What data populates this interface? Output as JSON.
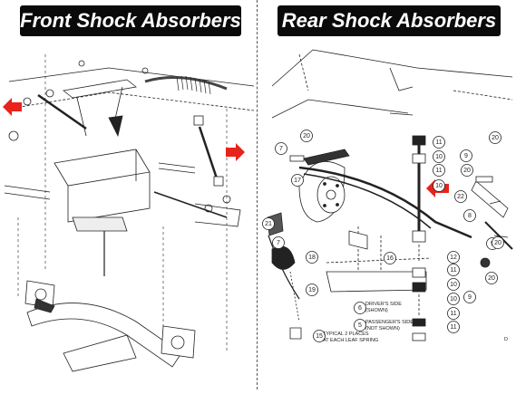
{
  "panels": {
    "front": {
      "title": "Front Shock Absorbers"
    },
    "rear": {
      "title": "Rear Shock Absorbers"
    }
  },
  "colors": {
    "arrow": "#e8231c",
    "ink": "#222222",
    "badge": "#0a0a0a"
  },
  "rear_callouts": [
    "20",
    "7",
    "11",
    "10",
    "9",
    "17",
    "20",
    "22",
    "8",
    "21",
    "16",
    "12",
    "11",
    "18",
    "19",
    "6",
    "10",
    "5",
    "11",
    "15",
    "10",
    "9",
    "20",
    "20",
    "7",
    "11",
    "10",
    "9",
    "11",
    "20"
  ],
  "notes": {
    "drivers_side_1": "DRIVER'S SIDE",
    "drivers_side_2": "(SHOWN)",
    "passengers_side_1": "PASSENGER'S SIDE",
    "passengers_side_2": "(NOT SHOWN)",
    "typical_1": "TYPICAL 2 PLACES",
    "typical_2": "AT EACH LEAF SPRING",
    "edge_label": "D"
  }
}
